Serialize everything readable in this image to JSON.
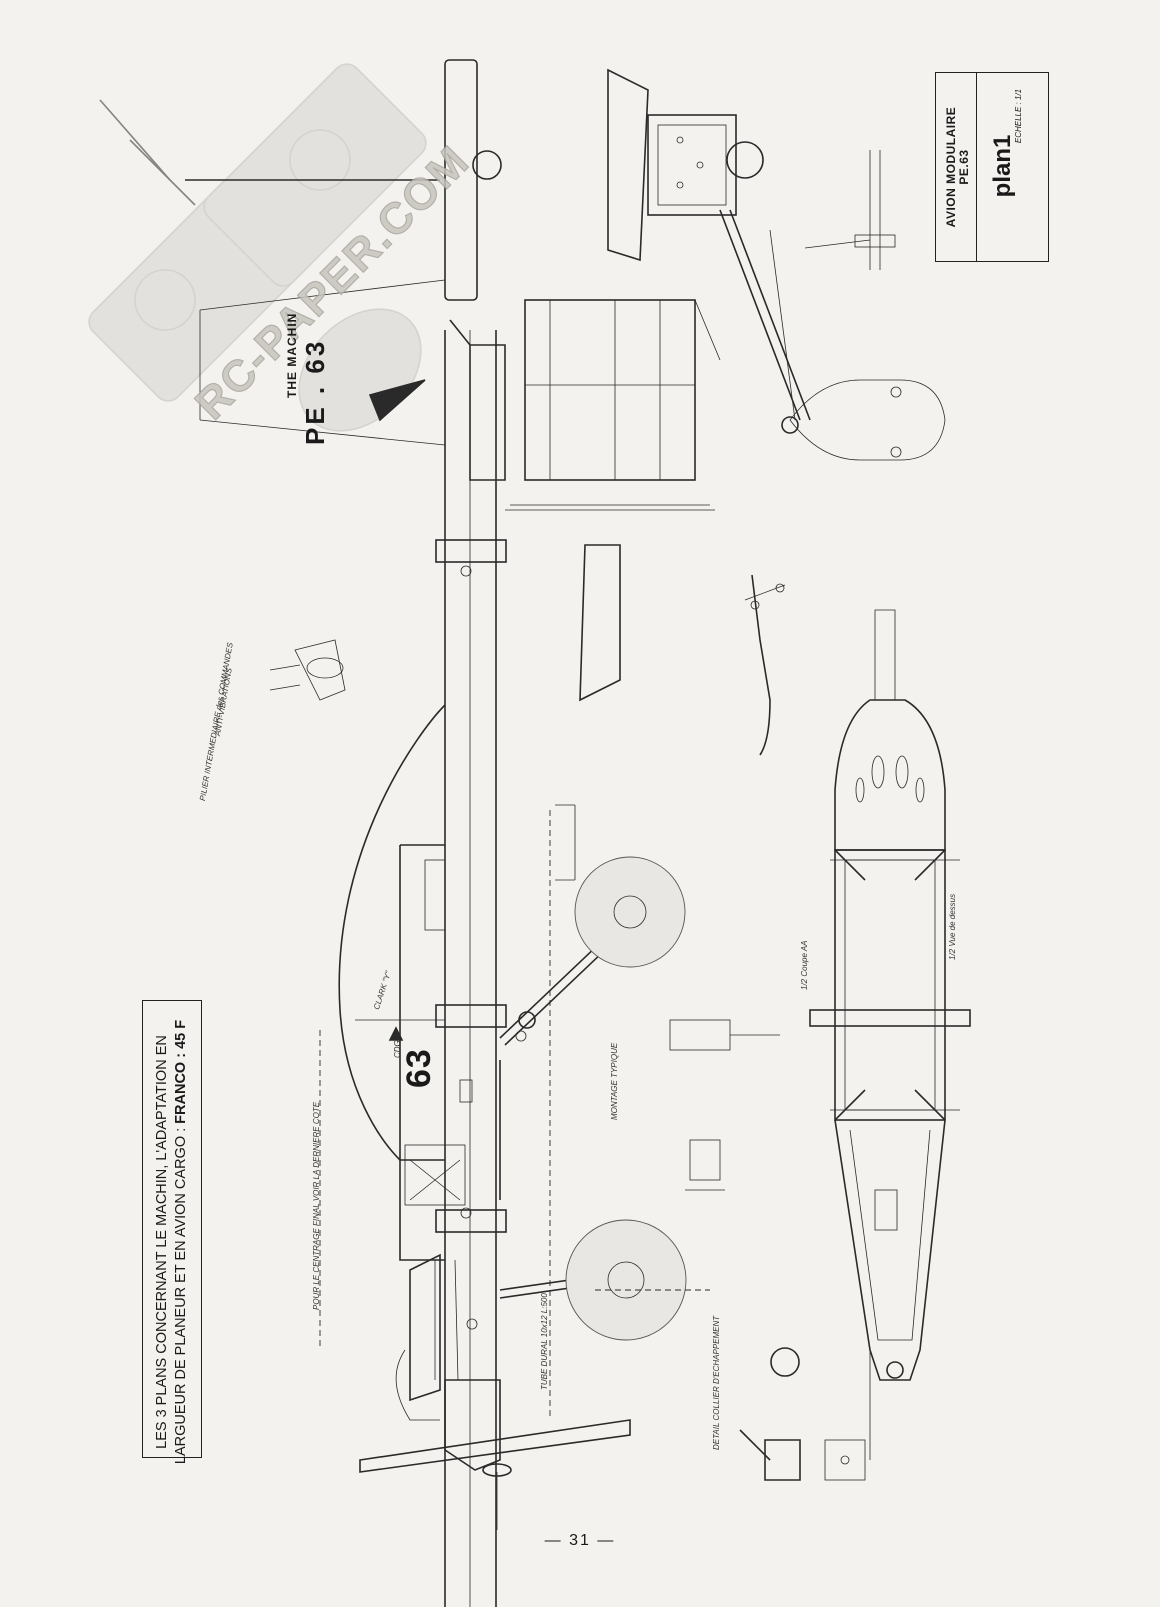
{
  "info_box": {
    "line1": "AVION MODULAIRE",
    "line2": "PE.63",
    "plan": "plan1",
    "scale": "ECHELLE : 1/1"
  },
  "caption": {
    "line1": "LES 3 PLANS CONCERNANT LE MACHIN, L'ADAPTATION EN",
    "line2_prefix": "LARGUEUR DE PLANEUR ET EN AVION CARGO : ",
    "line2_bold": "FRANCO : 45 F"
  },
  "watermark": "RC-PAPER.COM",
  "fuselage": {
    "number": "63",
    "marking_title": "THE MACHIN",
    "marking_code": "PE . 63"
  },
  "labels": {
    "clark_y": "CLARK \"Y\"",
    "cdg": "CDG",
    "pilier": "PILIER INTERMEDIAIRE des COMMANDES",
    "vibrations": "ANTI-VIBRATIONS",
    "detail_collier": "DETAIL COLLIER D'ECHAPPEMENT",
    "montage_typique": "MONTAGE TYPIQUE",
    "centrage": "POUR LE CENTRAGE FINAL VOIR LA DERNIERE COTE",
    "coupe": "1/2 Coupe AA",
    "vue_dessus": "1/2 Vue de dessus",
    "tube": "TUBE DURAL 10x12 L:500"
  },
  "page_number": "— 31 —"
}
